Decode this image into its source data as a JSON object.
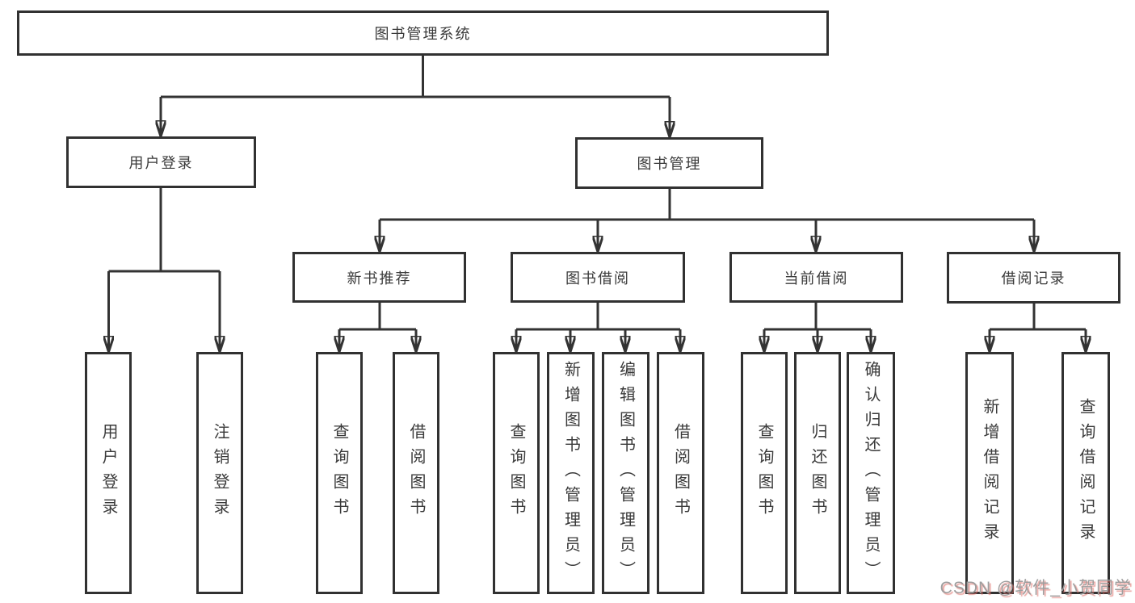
{
  "tree": {
    "label": "图书管理系统",
    "children": [
      {
        "label": "用户登录",
        "children": [
          {
            "label": "用户登录"
          },
          {
            "label": "注销登录"
          }
        ]
      },
      {
        "label": "图书管理",
        "children": [
          {
            "label": "新书推荐",
            "children": [
              {
                "label": "查询图书"
              },
              {
                "label": "借阅图书"
              }
            ]
          },
          {
            "label": "图书借阅",
            "children": [
              {
                "label": "查询图书"
              },
              {
                "label": "新增图书（管理员）"
              },
              {
                "label": "编辑图书（管理员）"
              },
              {
                "label": "借阅图书"
              }
            ]
          },
          {
            "label": "当前借阅",
            "children": [
              {
                "label": "查询图书"
              },
              {
                "label": "归还图书"
              },
              {
                "label": "确认归还（管理员）"
              }
            ]
          },
          {
            "label": "借阅记录",
            "children": [
              {
                "label": "新增借阅记录"
              },
              {
                "label": "查询借阅记录"
              }
            ]
          }
        ]
      }
    ]
  },
  "watermark": {
    "text": "CSDN @软件_小贺同学"
  },
  "colors": {
    "line": "#333333",
    "node_border": "#313131",
    "text": "#3a3a3a",
    "background": "#ffffff",
    "watermark_gray": "#9e9e9e",
    "watermark_red": "#de6e68"
  }
}
